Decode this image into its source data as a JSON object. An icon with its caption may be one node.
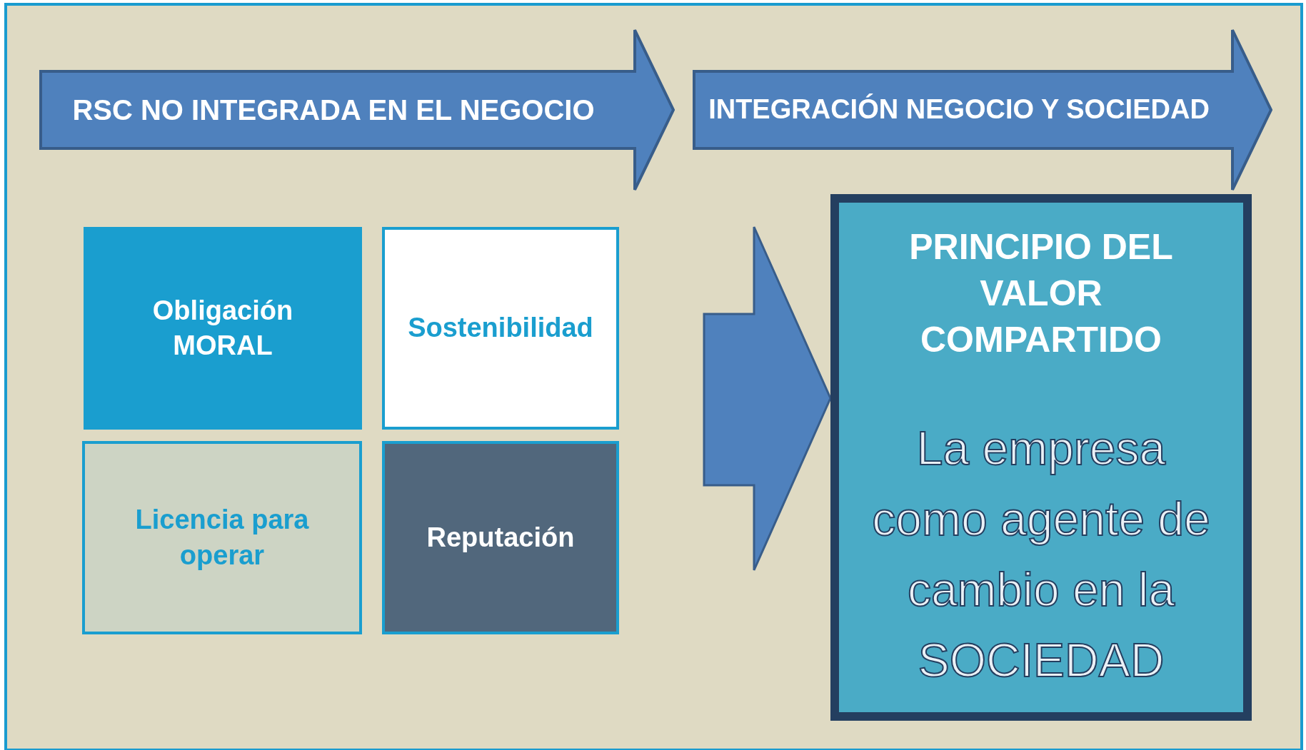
{
  "diagram": {
    "nodes": [
      {
        "text": [
          "RSC NO INTEGRADA EN EL NEGOCIO"
        ]
      },
      {
        "text": [
          "INTEGRACIÓN NEGOCIO Y SOCIEDAD"
        ]
      },
      {
        "text": [
          "Obligación MORAL"
        ]
      },
      {
        "text": [
          "Sostenibilidad"
        ]
      },
      {
        "text": [
          "Licencia para operar"
        ]
      },
      {
        "text": [
          "Reputación"
        ]
      },
      {
        "text": [
          "PRINCIPIO DEL VALOR COMPARTIDO",
          "La empresa como agente de cambio en la SOCIEDAD"
        ]
      }
    ],
    "edges": [
      {
        "from": null,
        "to": 6,
        "arrow": "to"
      }
    ]
  }
}
